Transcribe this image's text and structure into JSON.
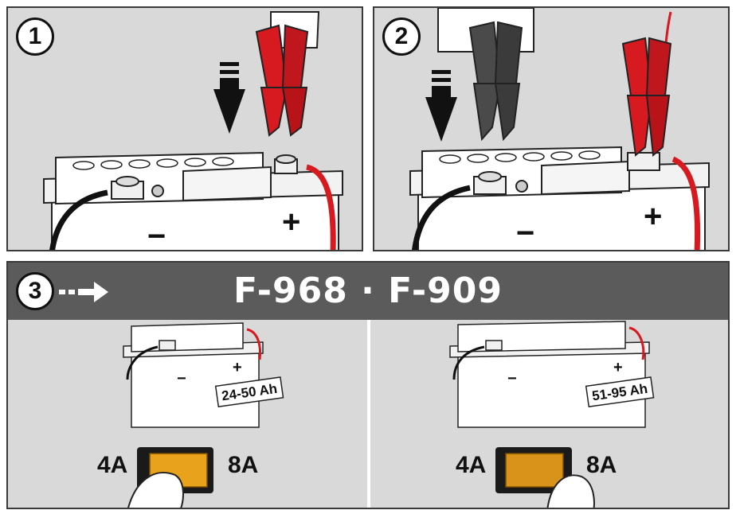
{
  "steps": {
    "step1": {
      "number": "1"
    },
    "step2": {
      "number": "2"
    },
    "step3": {
      "number": "3",
      "title": "F-968 · F-909"
    }
  },
  "panels": [
    {
      "capacity": "24-50 Ah",
      "amp_low": "4A",
      "amp_high": "8A",
      "switch": "8A"
    },
    {
      "capacity": "51-95 Ah",
      "amp_low": "4A",
      "amp_high": "8A",
      "switch": "4A"
    }
  ],
  "battery": {
    "minus_symbol": "−",
    "plus_symbol": "+"
  },
  "colors": {
    "panel_bg": "#d9d9d9",
    "header": "#5b5b5b",
    "red_clamp": "#d71920",
    "black_clamp": "#4a4a4a",
    "switch_orange": "#e8a21c",
    "switch_housing": "#1a1a1a"
  },
  "icons": [
    "down-arrow-icon",
    "right-arrow-icon",
    "hand-icon",
    "finger-icon",
    "battery-icon",
    "clamp-icon"
  ]
}
